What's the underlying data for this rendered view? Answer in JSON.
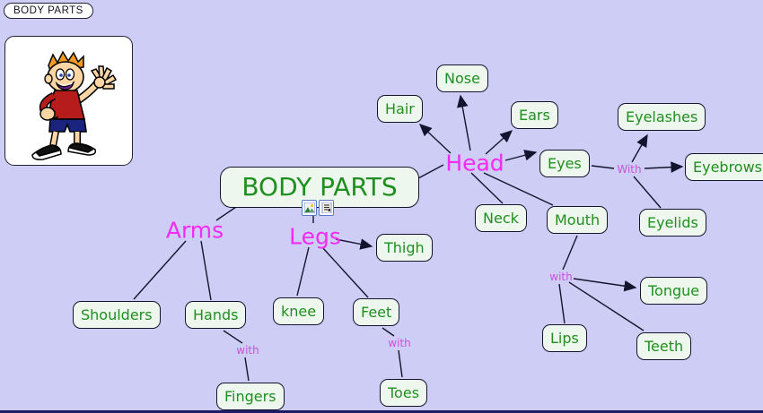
{
  "window": {
    "tab_label": "BODY PARTS"
  },
  "map": {
    "root_label": "BODY PARTS",
    "branches": {
      "head": "Head",
      "arms": "Arms",
      "legs": "Legs"
    },
    "linking": {
      "eyes": "With",
      "mouth": "with",
      "hands": "with",
      "feet": "with"
    },
    "concepts": {
      "nose": "Nose",
      "hair": "Hair",
      "ears": "Ears",
      "eyelashes": "Eyelashes",
      "eyes": "Eyes",
      "eyebrows": "Eyebrows",
      "neck": "Neck",
      "mouth": "Mouth",
      "eyelids": "Eyelids",
      "thigh": "Thigh",
      "shoulders": "Shoulders",
      "hands": "Hands",
      "knee": "knee",
      "feet": "Feet",
      "tongue": "Tongue",
      "lips": "Lips",
      "teeth": "Teeth",
      "fingers": "Fingers",
      "toes": "Toes"
    }
  },
  "image": {
    "description": "cartoon boy waving"
  },
  "icons": [
    {
      "name": "image-resource-icon"
    },
    {
      "name": "text-resource-icon"
    }
  ],
  "colors": {
    "background": "#cdcdf6",
    "node_fill": "#edf7ed",
    "node_border": "#14142e",
    "node_text": "#1f8f1f",
    "branch_label": "#f32bf3",
    "linking_label": "#cf4fd8",
    "line": "#14142e"
  }
}
